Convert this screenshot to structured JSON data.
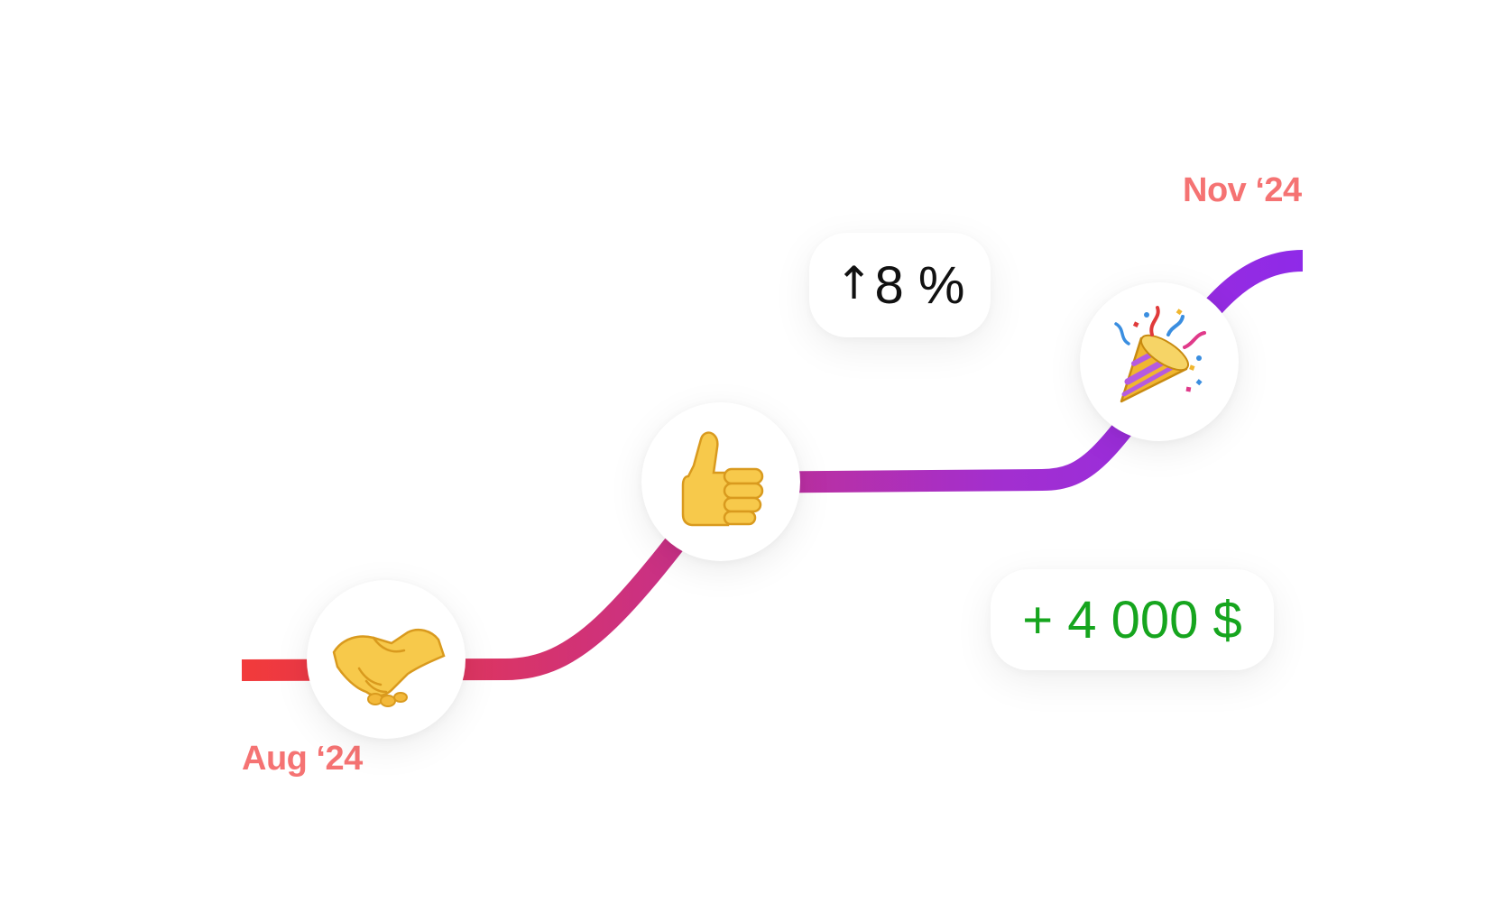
{
  "timeline": {
    "start_label": "Aug ‘24",
    "end_label": "Nov ‘24",
    "label_color": "#f57373",
    "gradient": [
      "#f23a3a",
      "#c73088",
      "#a22fd0",
      "#8f2ae8"
    ]
  },
  "milestones": [
    {
      "name": "handshake",
      "icon": "handshake-icon"
    },
    {
      "name": "thumbs-up",
      "icon": "thumbs-up-icon"
    },
    {
      "name": "party-popper",
      "icon": "party-popper-icon"
    }
  ],
  "stats": {
    "growth": {
      "arrow": "↑",
      "value": "8 %",
      "color": "#111111"
    },
    "revenue": {
      "value": "+ 4 000 $",
      "color": "#16a51e"
    }
  }
}
